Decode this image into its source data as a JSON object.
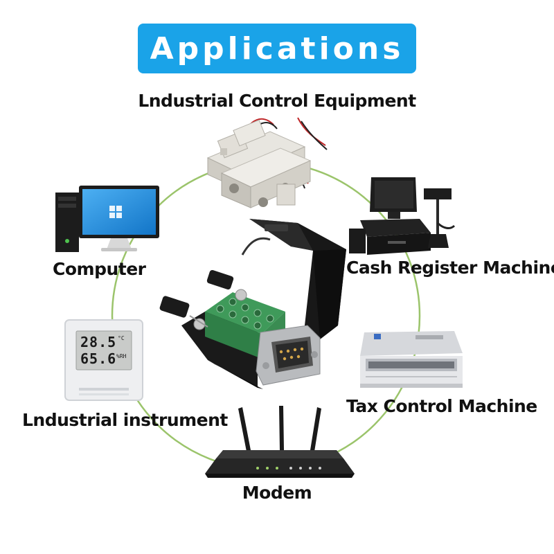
{
  "banner": {
    "title": "Applications",
    "color": "#1aa3e8"
  },
  "ring_color": "#9bc46b",
  "applications": {
    "industrial_control": "Lndustrial Control Equipment",
    "computer": "Computer",
    "cash_register": "Cash Register Machine",
    "tax_control": "Tax Control Machine",
    "industrial_instrument": "Lndustrial instrument",
    "modem": "Modem"
  },
  "instrument_display": {
    "temperature": "28.5",
    "temp_unit": "°C",
    "humidity": "65.6",
    "humidity_unit": "%RH"
  },
  "connector": {
    "type": "DB9 male terminal breakout",
    "terminal_color": "#3f9a5a",
    "shell_color": "#1a1a1a"
  },
  "icons": [
    "solenoid-valve-icon",
    "desktop-computer-icon",
    "pos-terminal-icon",
    "dot-matrix-printer-icon",
    "temperature-humidity-meter-icon",
    "wireless-router-icon",
    "db9-connector-icon"
  ]
}
